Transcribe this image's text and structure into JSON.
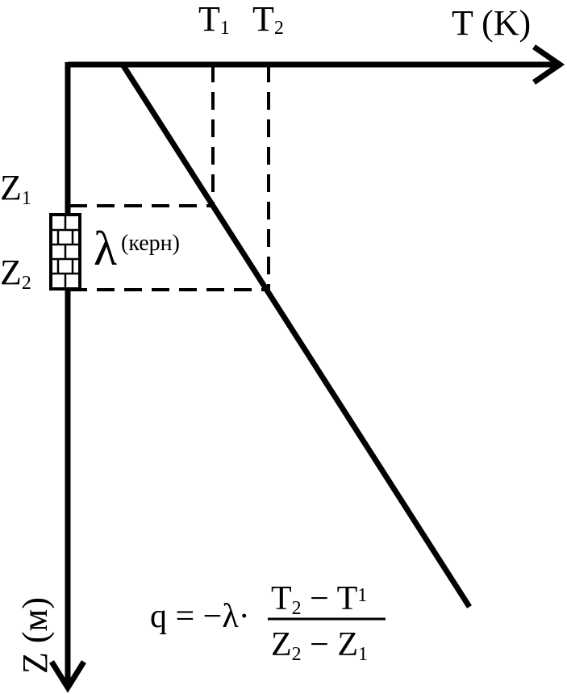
{
  "axes": {
    "x_label": "T (K)",
    "y_label": "Z (м)"
  },
  "temps": {
    "t1": {
      "base": "T",
      "sub": "1"
    },
    "t2": {
      "base": "T",
      "sub": "2"
    }
  },
  "depths": {
    "z1": {
      "base": "Z",
      "sub": "1"
    },
    "z2": {
      "base": "Z",
      "sub": "2"
    }
  },
  "conductivity": {
    "symbol": "λ",
    "note": "(керн)"
  },
  "formula": {
    "lhs": "q = −λ·",
    "num_a": "T",
    "num_a_sub": "2",
    "num_op": " − ",
    "num_b": "T",
    "num_b_sub": "1",
    "den_a": "Z",
    "den_a_sub": "2",
    "den_op": " − ",
    "den_b": "Z",
    "den_b_sub": "1"
  },
  "colors": {
    "ink": "#000000",
    "background": "#ffffff"
  }
}
